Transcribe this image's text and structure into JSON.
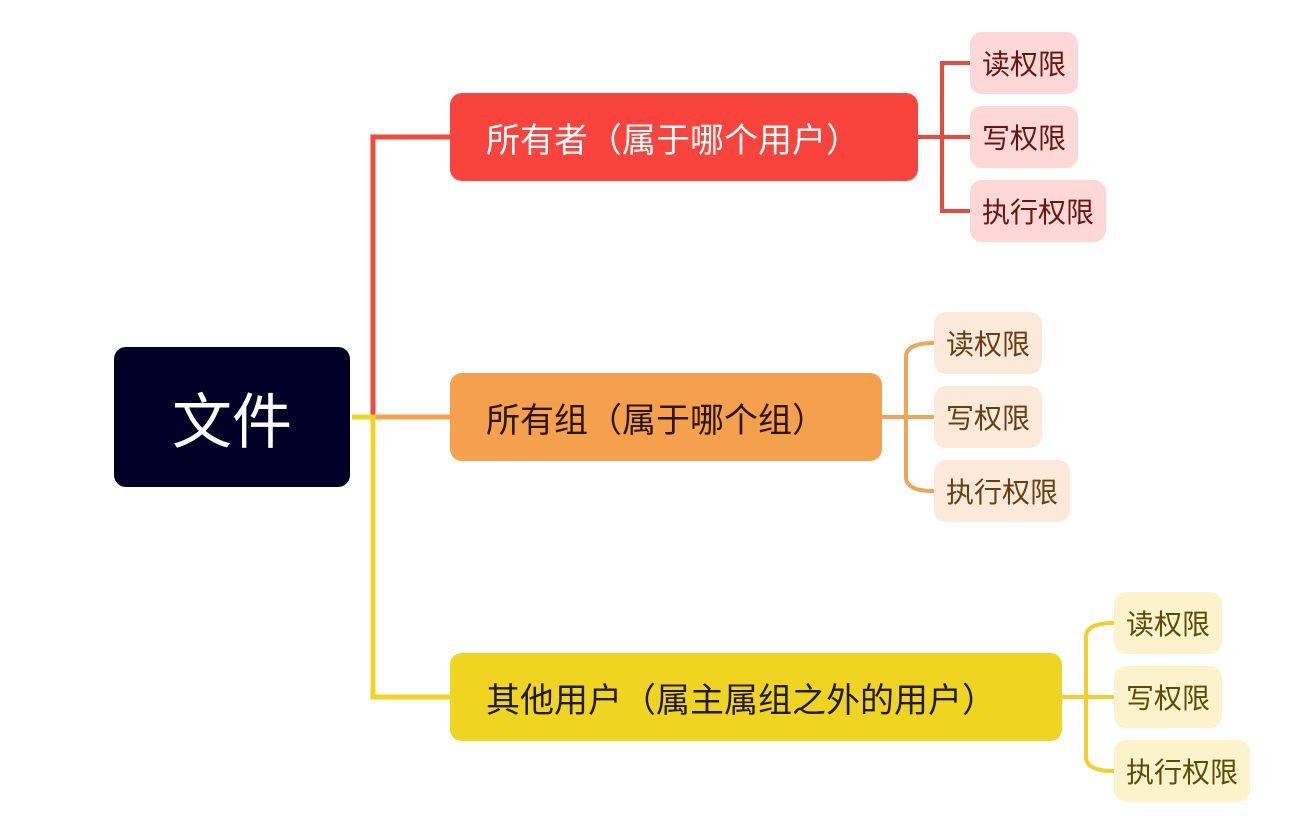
{
  "root": {
    "label": "文件"
  },
  "branches": [
    {
      "label": "所有者（属于哪个用户）",
      "color": "#f9443e",
      "leaves": [
        "读权限",
        "写权限",
        "执行权限"
      ]
    },
    {
      "label": "所有组（属于哪个组）",
      "color": "#f5a04d",
      "leaves": [
        "读权限",
        "写权限",
        "执行权限"
      ]
    },
    {
      "label": "其他用户（属主属组之外的用户）",
      "color": "#f0d422",
      "leaves": [
        "读权限",
        "写权限",
        "执行权限"
      ]
    }
  ],
  "colors": {
    "root_bg": "#010026",
    "leaf_bg": [
      "#fed8d6",
      "#fde9da",
      "#fcf3cc"
    ]
  }
}
